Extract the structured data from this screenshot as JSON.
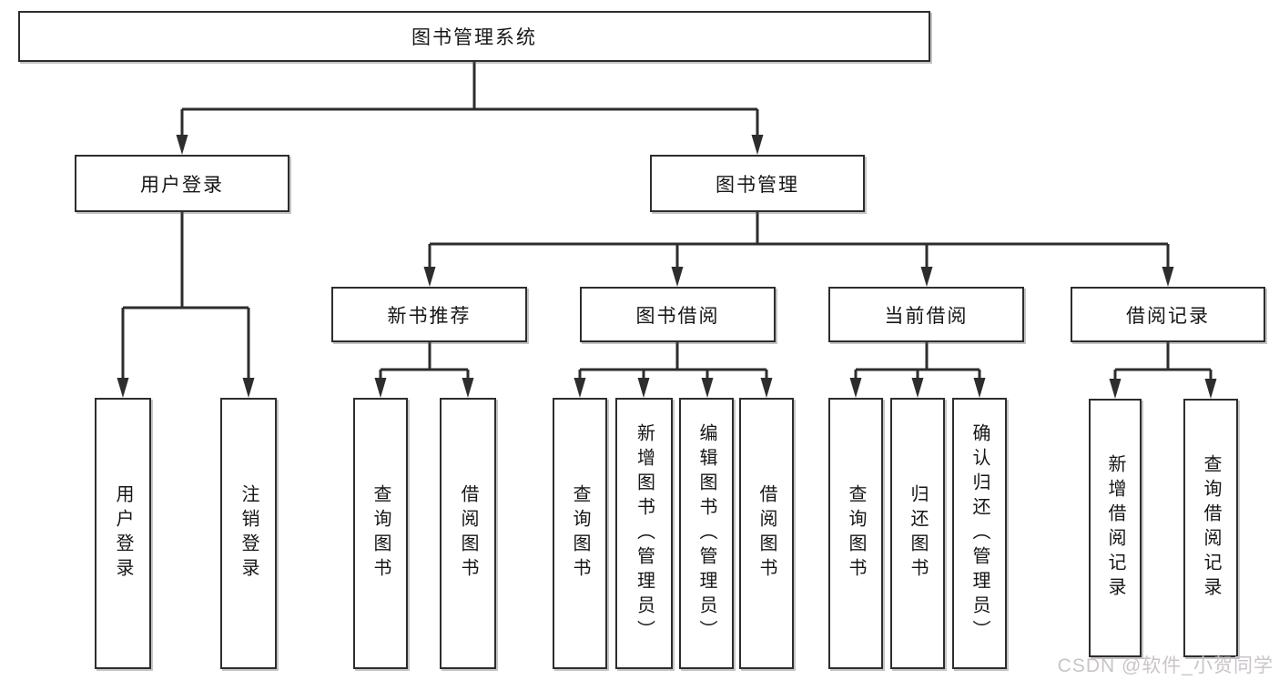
{
  "colors": {
    "line": "#2d2d2d",
    "box-border": "#2d2d2d",
    "box-bg": "#ffffff",
    "text": "#161616",
    "watermark": "#c9c4c8",
    "canvas-bg": "#ffffff"
  },
  "watermark": "CSDN @软件_小贺同学",
  "tree": {
    "root": {
      "label": "图书管理系统"
    },
    "branches": [
      {
        "label": "用户登录",
        "children": [
          {
            "label": "用户登录"
          },
          {
            "label": "注销登录"
          }
        ]
      },
      {
        "label": "图书管理",
        "children": [
          {
            "label": "新书推荐",
            "children": [
              {
                "label": "查询图书"
              },
              {
                "label": "借阅图书"
              }
            ]
          },
          {
            "label": "图书借阅",
            "children": [
              {
                "label": "查询图书"
              },
              {
                "label": "新增图书（管理员）"
              },
              {
                "label": "编辑图书（管理员）"
              },
              {
                "label": "借阅图书"
              }
            ]
          },
          {
            "label": "当前借阅",
            "children": [
              {
                "label": "查询图书"
              },
              {
                "label": "归还图书"
              },
              {
                "label": "确认归还（管理员）"
              }
            ]
          },
          {
            "label": "借阅记录",
            "children": [
              {
                "label": "新增借阅记录"
              },
              {
                "label": "查询借阅记录"
              }
            ]
          }
        ]
      }
    ]
  }
}
